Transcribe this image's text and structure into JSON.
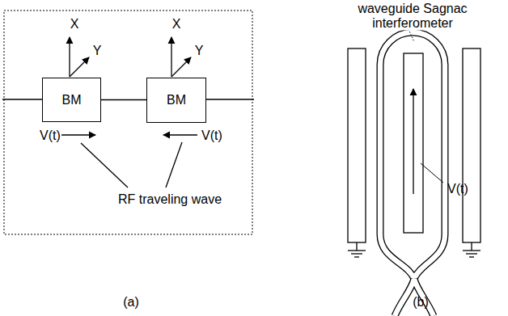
{
  "diagram": {
    "nodes": [
      {
        "text": [
          "BM"
        ]
      },
      {
        "text": [
          "BM"
        ]
      }
    ],
    "edges": [
      {
        "from": 0,
        "to": 1,
        "arrow": "none"
      }
    ],
    "labels": [
      "X",
      "Y",
      "X",
      "Y",
      "V(t)",
      "V(t)",
      "RF traveling wave",
      "waveguide Sagnac interferometer",
      "V(t)",
      "(a)",
      "(b)"
    ]
  }
}
